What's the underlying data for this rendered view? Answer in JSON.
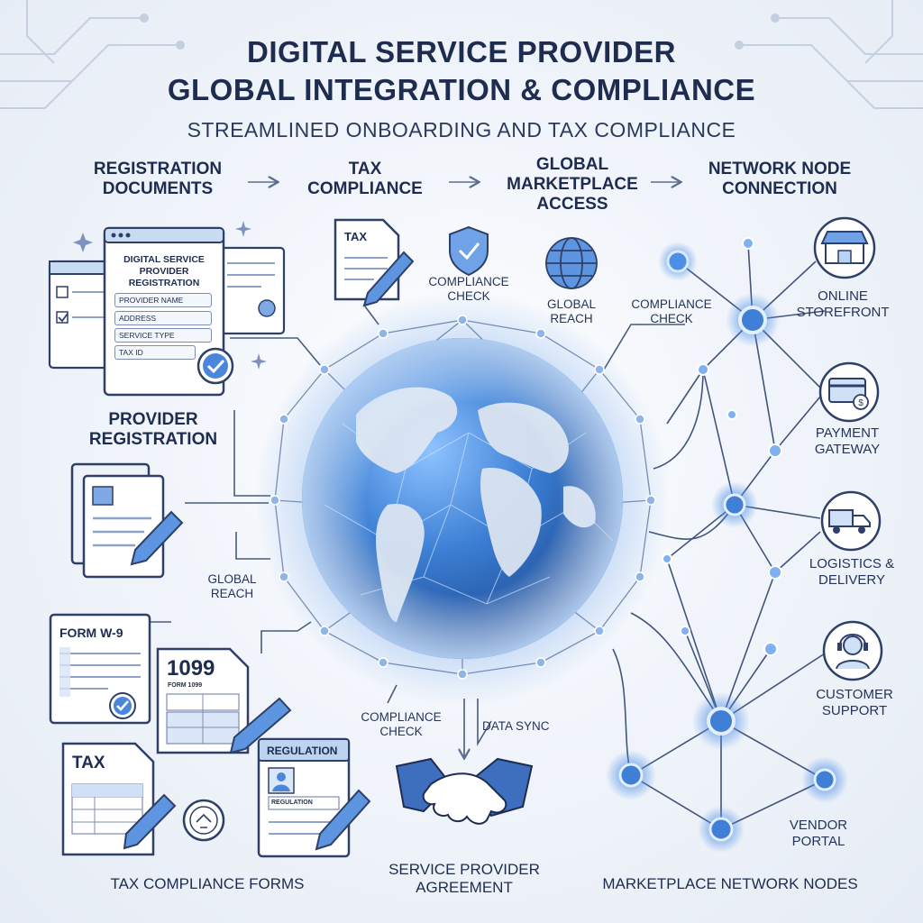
{
  "title": {
    "line1": "DIGITAL SERVICE PROVIDER",
    "line2": "GLOBAL INTEGRATION & COMPLIANCE",
    "subtitle": "STREAMLINED ONBOARDING AND TAX COMPLIANCE"
  },
  "flow": {
    "steps": [
      "REGISTRATION DOCUMENTS",
      "TAX COMPLIANCE",
      "GLOBAL MARKETPLACE ACCESS",
      "NETWORK NODE CONNECTION"
    ],
    "arrow": "→"
  },
  "registration": {
    "window_title": "DIGITAL SERVICE PROVIDER REGISTRATION",
    "fields": [
      "PROVIDER NAME",
      "ADDRESS",
      "SERVICE TYPE",
      "TAX ID"
    ],
    "section_label": "PROVIDER REGISTRATION"
  },
  "top_icons": {
    "tax_doc": "TAX",
    "compliance_check": "COMPLIANCE CHECK",
    "global_reach": "GLOBAL REACH",
    "compliance_check_right": "COMPLIANCE CHECK"
  },
  "left_labels": {
    "global_reach": "GLOBAL REACH"
  },
  "forms": {
    "w9": "FORM W-9",
    "f1099": "1099",
    "f1099_small": "FORM 1099",
    "tax": "TAX",
    "regulation": "REGULATION",
    "regulation_small": "REGULATION",
    "section_label": "TAX COMPLIANCE FORMS"
  },
  "bottom_center": {
    "compliance_check": "COMPLIANCE CHECK",
    "data_sync": "DATA SYNC",
    "agreement": "SERVICE PROVIDER AGREEMENT"
  },
  "network": {
    "nodes": [
      {
        "label": "ONLINE STOREFRONT",
        "icon": "storefront-icon"
      },
      {
        "label": "PAYMENT GATEWAY",
        "icon": "payment-card-icon"
      },
      {
        "label": "LOGISTICS & DELIVERY",
        "icon": "delivery-truck-icon"
      },
      {
        "label": "CUSTOMER SUPPORT",
        "icon": "headset-icon"
      },
      {
        "label": "VENDOR PORTAL",
        "icon": "vendor-node-icon"
      }
    ],
    "section_label": "MARKETPLACE NETWORK NODES"
  },
  "colors": {
    "navy": "#1e2d4f",
    "accent": "#3f7fd6",
    "glow": "#5aa0ff",
    "line": "#6f7f9f"
  }
}
